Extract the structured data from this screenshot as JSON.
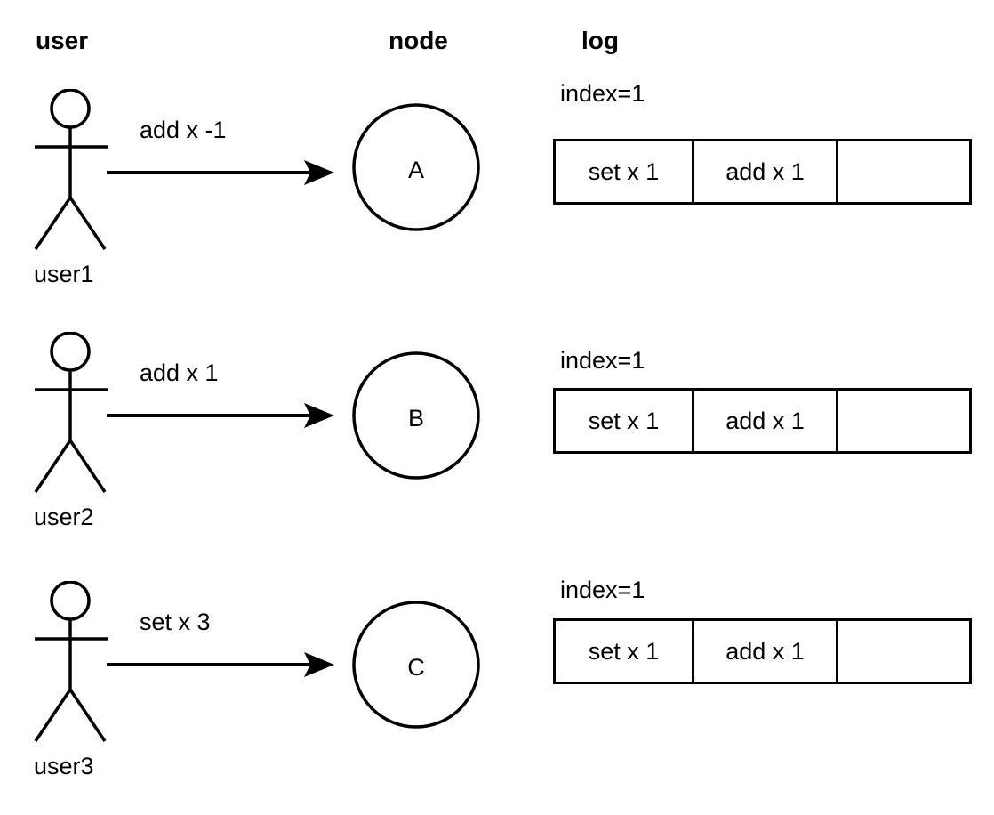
{
  "columns": {
    "user": "user",
    "node": "node",
    "log": "log"
  },
  "rows": [
    {
      "actor": "user1",
      "actor_icon": "stick-figure-icon",
      "message": "add x -1",
      "arrow_icon": "arrow-right-icon",
      "node": "A",
      "index_label": "index=1",
      "log_cells": [
        "set x 1",
        "add x 1",
        ""
      ]
    },
    {
      "actor": "user2",
      "actor_icon": "stick-figure-icon",
      "message": "add x 1",
      "arrow_icon": "arrow-right-icon",
      "node": "B",
      "index_label": "index=1",
      "log_cells": [
        "set x 1",
        "add x 1",
        ""
      ]
    },
    {
      "actor": "user3",
      "actor_icon": "stick-figure-icon",
      "message": "set x 3",
      "arrow_icon": "arrow-right-icon",
      "node": "C",
      "index_label": "index=1",
      "log_cells": [
        "set x 1",
        "add x 1",
        ""
      ]
    }
  ],
  "colors": {
    "stroke": "#000000",
    "background": "#ffffff",
    "text": "#000000"
  }
}
